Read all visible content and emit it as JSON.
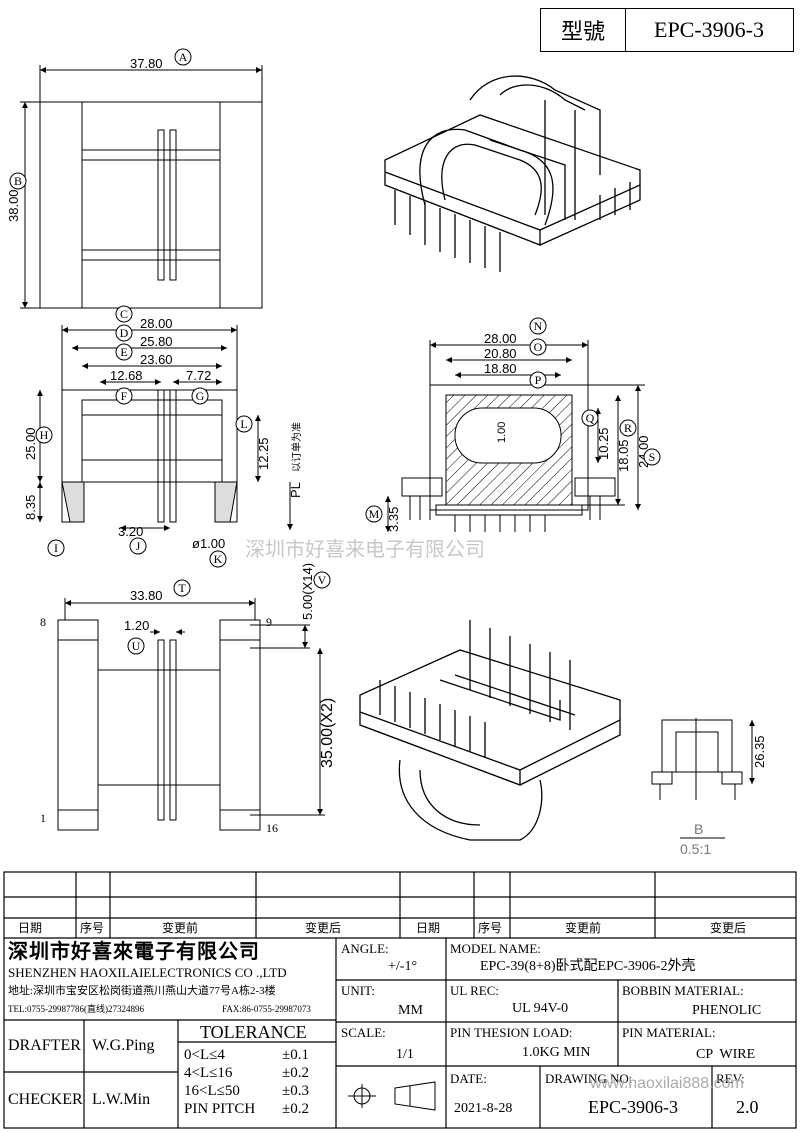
{
  "header": {
    "model_key": "型號",
    "model_value": "EPC-3906-3"
  },
  "watermark": "深圳市好喜来电子有限公司",
  "dims": {
    "top_width": "37.80",
    "top_height": "38.00",
    "side_w1": "28.00",
    "side_w2": "25.80",
    "side_w3": "23.60",
    "side_w4": "12.68",
    "side_w5": "7.72",
    "side_h": "25.00",
    "side_h2": "8.35",
    "side_h3": "12.25",
    "side_pl": "PL",
    "side_pl_note": "以订单为准",
    "side_b1": "3.20",
    "side_b2": "ø1.00",
    "front_w1": "28.00",
    "front_w2": "20.80",
    "front_w3": "18.80",
    "front_slot": "1.00",
    "front_h1": "10.25",
    "front_h2": "18.05",
    "front_h3": "24.00",
    "front_h4": "3.35",
    "bot_w": "33.80",
    "bot_pin": "1.20",
    "bot_pitch": "5.00(X14)",
    "bot_span": "35.00(X2)",
    "pin1": "1",
    "pin8": "8",
    "pin9": "9",
    "pin16": "16",
    "right_h": "26.35",
    "right_scale": "B",
    "right_ratio": "0.5:1"
  },
  "callouts": [
    "A",
    "B",
    "C",
    "D",
    "E",
    "F",
    "G",
    "H",
    "I",
    "J",
    "K",
    "L",
    "M",
    "N",
    "O",
    "P",
    "Q",
    "R",
    "S",
    "T",
    "U",
    "V"
  ],
  "revision_table": {
    "headers": [
      "日期",
      "序号",
      "变更前",
      "变更后",
      "日期",
      "序号",
      "变更前",
      "变更后"
    ]
  },
  "title_block": {
    "company_cn": "深圳市好喜來電子有限公司",
    "company_en": "SHENZHEN HAOXILAIELECTRONICS CO .,LTD",
    "address": "地址:深圳市宝安区松岗街道燕川燕山大道77号A栋2-3楼",
    "tel": "TEL:0755-29987786(直线)27324896",
    "fax": "FAX:86-0755-29987073",
    "angle_label": "ANGLE:",
    "angle_value": "+/-1°",
    "model_name_label": "MODEL NAME:",
    "model_name_value": "EPC-39(8+8)卧式配EPC-3906-2外壳",
    "unit_label": "UNIT:",
    "unit_value": "MM",
    "ul_rec_label": "UL REC:",
    "ul_rec_value": "UL 94V-0",
    "bobbin_label": "BOBBIN MATERIAL:",
    "bobbin_value": "PHENOLIC",
    "scale_label": "SCALE:",
    "scale_value": "1/1",
    "pin_tension_label": "PIN THESION LOAD:",
    "pin_tension_value": "1.0KG MIN",
    "pin_material_label": "PIN MATERIAL:",
    "pin_material_value": "CP  WIRE",
    "drafter_label": "DRAFTER",
    "drafter_value": "W.G.Ping",
    "checker_label": "CHECKER",
    "checker_value": "L.W.Min",
    "tolerance_title": "TOLERANCE",
    "tolerance_rows": [
      {
        "range": "0<L≤4",
        "tol": "±0.1"
      },
      {
        "range": "4<L≤16",
        "tol": "±0.2"
      },
      {
        "range": "16<L≤50",
        "tol": "±0.3"
      },
      {
        "range": "PIN PITCH",
        "tol": "±0.2"
      }
    ],
    "date_label": "DATE:",
    "date_value": "2021-8-28",
    "drawing_no_label": "DRAWING NO:",
    "drawing_no_value": "EPC-3906-3",
    "rev_label": "REV:",
    "rev_value": "2.0",
    "site": "www.haoxilai888.com"
  }
}
